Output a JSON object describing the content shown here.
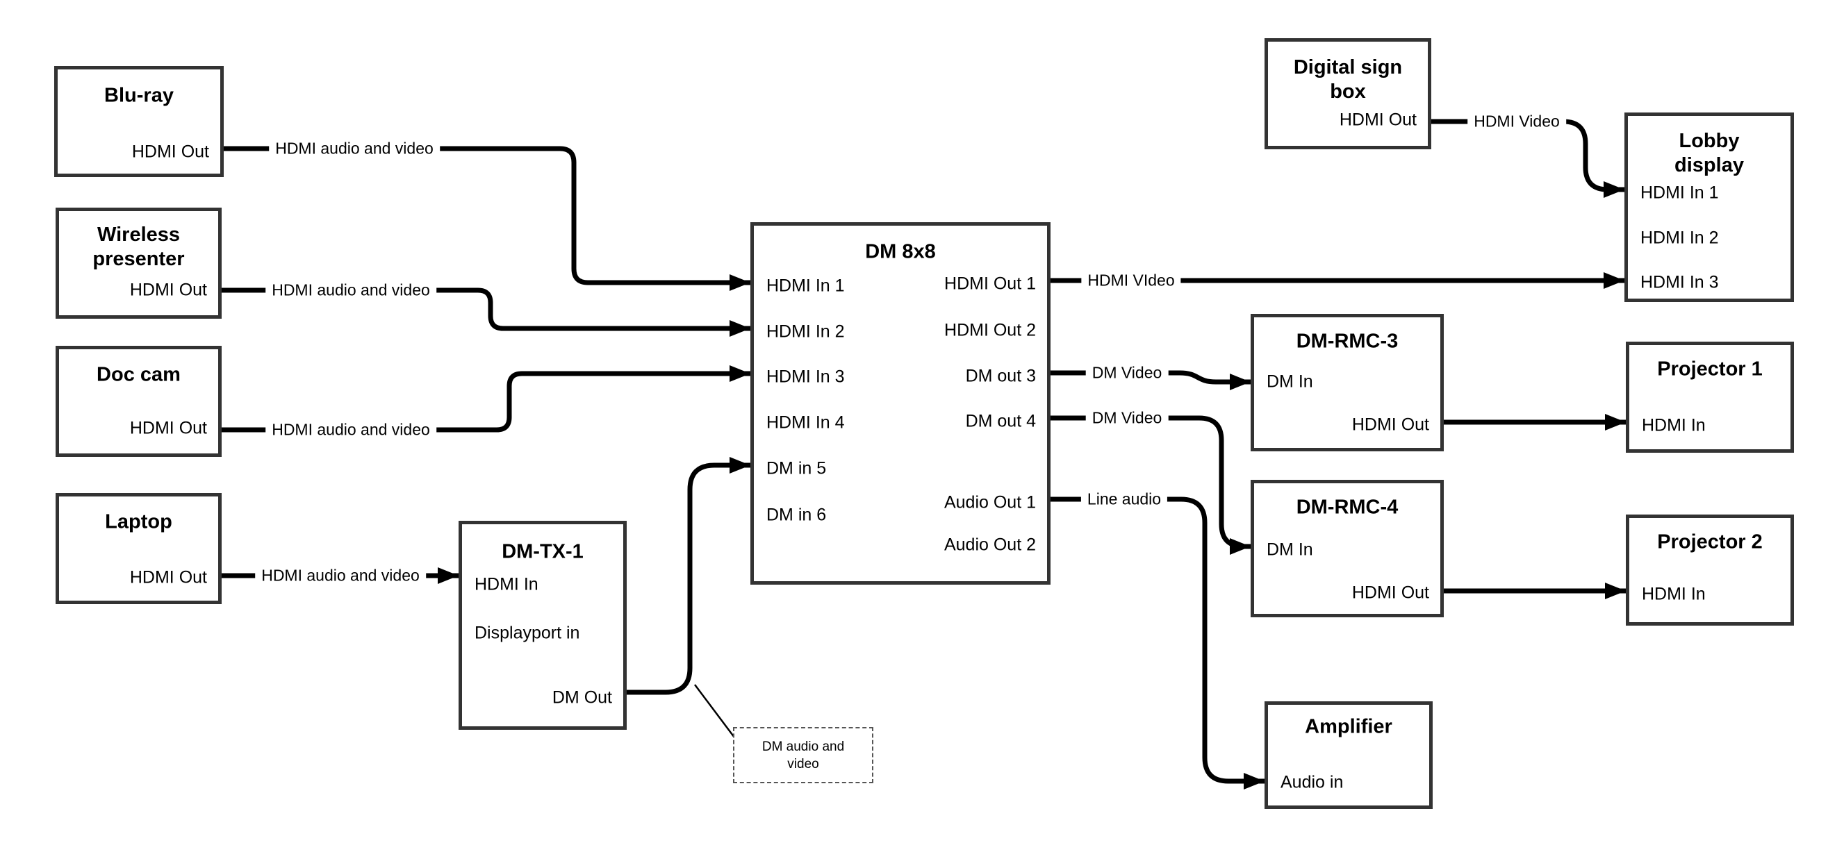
{
  "diagram": {
    "title": "DM 8x8 AV routing diagram",
    "background_color": "#ffffff",
    "wire_color": "#000000",
    "box_border_color": "#333333",
    "text_color": "#000000"
  },
  "boxes": {
    "bluray": {
      "title": "Blu-ray",
      "ports": {
        "hdmi_out": "HDMI Out"
      }
    },
    "wireless": {
      "title": "Wireless\npresenter",
      "ports": {
        "hdmi_out": "HDMI Out"
      }
    },
    "doccam": {
      "title": "Doc cam",
      "ports": {
        "hdmi_out": "HDMI Out"
      }
    },
    "laptop": {
      "title": "Laptop",
      "ports": {
        "hdmi_out": "HDMI Out"
      }
    },
    "dmtx1": {
      "title": "DM-TX-1",
      "ports": {
        "hdmi_in": "HDMI In",
        "displayport_in": "Displayport in",
        "dm_out": "DM Out"
      }
    },
    "dm8x8": {
      "title": "DM 8x8",
      "ports": {
        "in1": "HDMI In 1",
        "in2": "HDMI In 2",
        "in3": "HDMI In 3",
        "in4": "HDMI In 4",
        "in5": "DM in 5",
        "in6": "DM in 6",
        "out1": "HDMI Out 1",
        "out2": "HDMI Out 2",
        "out3": "DM out 3",
        "out4": "DM out 4",
        "aout1": "Audio Out 1",
        "aout2": "Audio Out 2"
      }
    },
    "digitalsign": {
      "title": "Digital sign\nbox",
      "ports": {
        "hdmi_out": "HDMI Out"
      }
    },
    "lobby": {
      "title": "Lobby\ndisplay",
      "ports": {
        "in1": "HDMI In 1",
        "in2": "HDMI In 2",
        "in3": "HDMI In 3"
      }
    },
    "dmrmc3": {
      "title": "DM-RMC-3",
      "ports": {
        "dm_in": "DM In",
        "hdmi_out": "HDMI Out"
      }
    },
    "projector1": {
      "title": "Projector 1",
      "ports": {
        "hdmi_in": "HDMI In"
      }
    },
    "dmrmc4": {
      "title": "DM-RMC-4",
      "ports": {
        "dm_in": "DM In",
        "hdmi_out": "HDMI Out"
      }
    },
    "projector2": {
      "title": "Projector 2",
      "ports": {
        "hdmi_in": "HDMI In"
      }
    },
    "amplifier": {
      "title": "Amplifier",
      "ports": {
        "audio_in": "Audio in"
      }
    }
  },
  "wire_labels": {
    "bluray_feed": "HDMI audio and video",
    "wireless_feed": "HDMI audio and video",
    "doccam_feed": "HDMI audio and video",
    "laptop_feed": "HDMI audio and video",
    "out1_feed": "HDMI VIdeo",
    "out3_feed": "DM Video",
    "out4_feed": "DM Video",
    "audio_feed": "Line audio",
    "digitalsign_feed": "HDMI Video"
  },
  "note": {
    "text": "DM audio and\nvideo"
  }
}
